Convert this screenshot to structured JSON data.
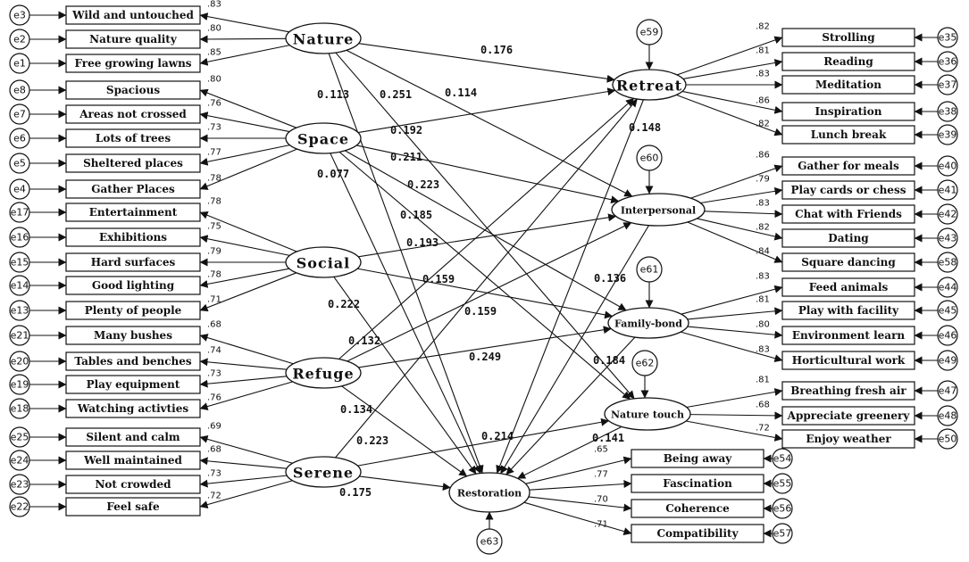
{
  "exogenous": [
    {
      "id": "nature",
      "label": "Nature",
      "indicators": [
        {
          "label": "Wild and untouched",
          "error": "e3",
          "loading": ".83"
        },
        {
          "label": "Nature quality",
          "error": "e2",
          "loading": ".80"
        },
        {
          "label": "Free growing lawns",
          "error": "e1",
          "loading": ".85"
        }
      ]
    },
    {
      "id": "space",
      "label": "Space",
      "indicators": [
        {
          "label": "Spacious",
          "error": "e8",
          "loading": ".80"
        },
        {
          "label": "Areas not crossed",
          "error": "e7",
          "loading": ".76"
        },
        {
          "label": "Lots of trees",
          "error": "e6",
          "loading": ".73"
        },
        {
          "label": "Sheltered places",
          "error": "e5",
          "loading": ".77"
        },
        {
          "label": "Gather Places",
          "error": "e4",
          "loading": ".78"
        }
      ]
    },
    {
      "id": "social",
      "label": "Social",
      "indicators": [
        {
          "label": "Entertainment",
          "error": "e17",
          "loading": ".78"
        },
        {
          "label": "Exhibitions",
          "error": "e16",
          "loading": ".75"
        },
        {
          "label": "Hard surfaces",
          "error": "e15",
          "loading": ".79"
        },
        {
          "label": "Good lighting",
          "error": "e14",
          "loading": ".78"
        },
        {
          "label": "Plenty of people",
          "error": "e13",
          "loading": ".71"
        }
      ]
    },
    {
      "id": "refuge",
      "label": "Refuge",
      "indicators": [
        {
          "label": "Many bushes",
          "error": "e21",
          "loading": ".68"
        },
        {
          "label": "Tables and benches",
          "error": "e20",
          "loading": ".74"
        },
        {
          "label": "Play equipment",
          "error": "e19",
          "loading": ".73"
        },
        {
          "label": "Watching activties",
          "error": "e18",
          "loading": ".76"
        }
      ]
    },
    {
      "id": "serene",
      "label": "Serene",
      "indicators": [
        {
          "label": "Silent and calm",
          "error": "e25",
          "loading": ".69"
        },
        {
          "label": "Well maintained",
          "error": "e24",
          "loading": ".68"
        },
        {
          "label": "Not crowded",
          "error": "e23",
          "loading": ".73"
        },
        {
          "label": "Feel safe",
          "error": "e22",
          "loading": ".72"
        }
      ]
    }
  ],
  "endogenous": [
    {
      "id": "retreat",
      "label": "Retreat",
      "error": "e59",
      "indicators": [
        {
          "label": "Strolling",
          "error": "e35",
          "loading": ".82"
        },
        {
          "label": "Reading",
          "error": "e36",
          "loading": ".81"
        },
        {
          "label": "Meditation",
          "error": "e37",
          "loading": ".83"
        },
        {
          "label": "Inspiration",
          "error": "e38",
          "loading": ".86"
        },
        {
          "label": "Lunch break",
          "error": "e39",
          "loading": ".82"
        }
      ]
    },
    {
      "id": "interpersonal",
      "label": "Interpersonal",
      "error": "e60",
      "indicators": [
        {
          "label": "Gather for meals",
          "error": "e40",
          "loading": ".86"
        },
        {
          "label": "Play cards or chess",
          "error": "e41",
          "loading": ".79"
        },
        {
          "label": "Chat with Friends",
          "error": "e42",
          "loading": ".83"
        },
        {
          "label": "Dating",
          "error": "e43",
          "loading": ".82"
        },
        {
          "label": "Square dancing",
          "error": "e58",
          "loading": ".84"
        }
      ]
    },
    {
      "id": "family",
      "label": "Family-bond",
      "error": "e61",
      "indicators": [
        {
          "label": "Feed animals",
          "error": "e44",
          "loading": ".83"
        },
        {
          "label": "Play with facility",
          "error": "e45",
          "loading": ".81"
        },
        {
          "label": "Environment learn",
          "error": "e46",
          "loading": ".80"
        },
        {
          "label": "Horticultural work",
          "error": "e49",
          "loading": ".83"
        }
      ]
    },
    {
      "id": "naturetouch",
      "label": "Nature touch",
      "error": "e62",
      "indicators": [
        {
          "label": "Breathing fresh air",
          "error": "e47",
          "loading": ".81"
        },
        {
          "label": "Appreciate greenery",
          "error": "e48",
          "loading": ".68"
        },
        {
          "label": "Enjoy weather",
          "error": "e50",
          "loading": ".72"
        }
      ]
    }
  ],
  "outcome": {
    "id": "restoration",
    "label": "Restoration",
    "error": "e63",
    "indicators": [
      {
        "label": "Being away",
        "error": "e54",
        "loading": ".65"
      },
      {
        "label": "Fascination",
        "error": "e55",
        "loading": ".77"
      },
      {
        "label": "Coherence",
        "error": "e56",
        "loading": ".70"
      },
      {
        "label": "Compatibility",
        "error": "e57",
        "loading": ".71"
      }
    ]
  },
  "paths": [
    {
      "from": "nature",
      "to": "retreat",
      "coef": "0.176"
    },
    {
      "from": "nature",
      "to": "restoration",
      "coef": "0.113"
    },
    {
      "from": "nature",
      "to": "naturetouch",
      "coef": "0.251"
    },
    {
      "from": "nature",
      "to": "interpersonal",
      "coef": "0.114"
    },
    {
      "from": "space",
      "to": "retreat",
      "coef": "0.192"
    },
    {
      "from": "space",
      "to": "interpersonal",
      "coef": "0.211"
    },
    {
      "from": "space",
      "to": "family",
      "coef": "0.223"
    },
    {
      "from": "space",
      "to": "naturetouch",
      "coef": "0.185"
    },
    {
      "from": "space",
      "to": "restoration",
      "coef": "0.077"
    },
    {
      "from": "social",
      "to": "interpersonal",
      "coef": "0.193"
    },
    {
      "from": "social",
      "to": "family",
      "coef": "0.159"
    },
    {
      "from": "social",
      "to": "restoration",
      "coef": "0.222"
    },
    {
      "from": "refuge",
      "to": "retreat",
      "coef": "0.159"
    },
    {
      "from": "refuge",
      "to": "interpersonal",
      "coef": "0.132"
    },
    {
      "from": "refuge",
      "to": "family",
      "coef": "0.249"
    },
    {
      "from": "refuge",
      "to": "restoration",
      "coef": "0.134"
    },
    {
      "from": "serene",
      "to": "retreat",
      "coef": "0.223"
    },
    {
      "from": "serene",
      "to": "naturetouch",
      "coef": "0.214"
    },
    {
      "from": "serene",
      "to": "restoration",
      "coef": "0.175"
    },
    {
      "from": "retreat",
      "to": "restoration",
      "coef": "0.148"
    },
    {
      "from": "interpersonal",
      "to": "restoration",
      "coef": "0.136"
    },
    {
      "from": "family",
      "to": "restoration",
      "coef": "0.184"
    },
    {
      "from": "naturetouch",
      "to": "restoration",
      "coef": "0.141"
    }
  ]
}
